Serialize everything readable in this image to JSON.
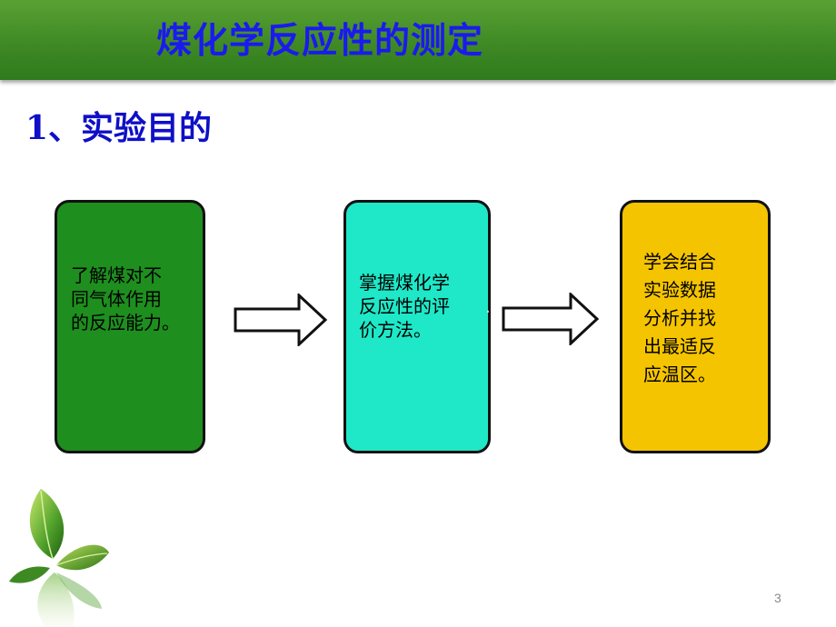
{
  "slide": {
    "title": "煤化学反应性的测定",
    "section_heading": "1、实验目的",
    "page_number": "3"
  },
  "steps": [
    {
      "lines": [
        "了解煤对不",
        "同气体作用",
        "的反应能力。"
      ],
      "color": "#1e8e1e"
    },
    {
      "lines": [
        "掌握煤化学",
        "反应性的评",
        "价方法。"
      ],
      "color": "#1ee8c8"
    },
    {
      "lines": [
        "学会结合",
        "实验数据",
        "分析并找",
        "出最适反",
        "应温区。"
      ],
      "color": "#f5c400"
    }
  ],
  "colors": {
    "title_bar": "#3f8a25",
    "title_text": "#1a1aee",
    "heading_text": "#0f0fc8"
  },
  "icons": [
    "right-arrow-icon",
    "leaf-decoration-icon"
  ]
}
